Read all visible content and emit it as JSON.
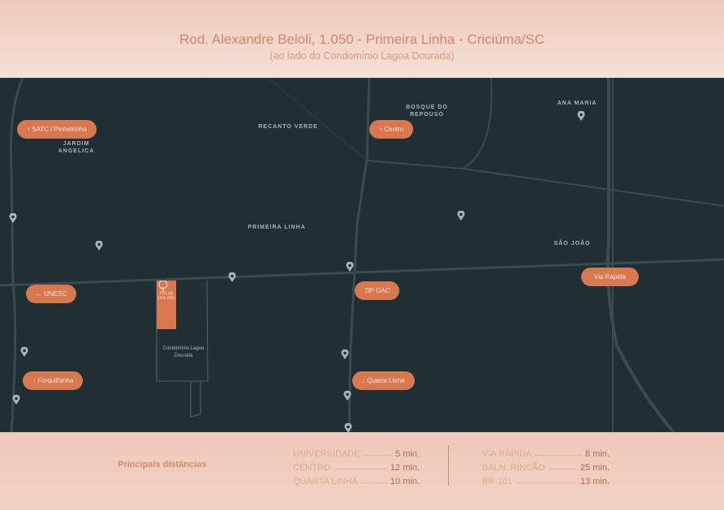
{
  "header": {
    "title": "Rod. Alexandre Beloli, 1.050 - Primeira Linha - Criciúma/SC",
    "subtitle": "(ao lado do Condomínio Lagoa Dourada)"
  },
  "map": {
    "directions": [
      {
        "label": "SATC / Pinheirinho",
        "arrow": "↑"
      },
      {
        "label": "Centro",
        "arrow": "↑"
      },
      {
        "label": "UNESC",
        "arrow": "←"
      },
      {
        "label": "28º GAC",
        "arrow": ""
      },
      {
        "label": "Via Rápida",
        "arrow": ""
      },
      {
        "label": "Forquilhinha",
        "arrow": "↓"
      },
      {
        "label": "Quarta Linha",
        "arrow": "↓"
      }
    ],
    "places": [
      "JARDIM ANGELICA",
      "RECANTO VERDE",
      "BOSQUE DO REPOUSO",
      "ANA MARIA",
      "PRIMEIRA LINHA",
      "SÃO JOÃO"
    ],
    "brand": {
      "name": "SOLAR DOS IPÊS"
    },
    "condo": "Condomínio Lagoa Dourada",
    "colors": {
      "background": "#1f2f33",
      "road": "#3b4b4f",
      "accent": "#d9774f"
    }
  },
  "footer": {
    "title": "Principais distâncias",
    "left": [
      {
        "label": "UNIVERSIDADE",
        "value": "5 min."
      },
      {
        "label": "CENTRO",
        "value": "12 min."
      },
      {
        "label": "QUARTA LINHA",
        "value": "10 min."
      }
    ],
    "right": [
      {
        "label": "VIA RÁPIDA",
        "value": "8 min."
      },
      {
        "label": "BALN. RINCÃO",
        "value": "25 min."
      },
      {
        "label": "BR-101",
        "value": "13 min."
      }
    ]
  }
}
